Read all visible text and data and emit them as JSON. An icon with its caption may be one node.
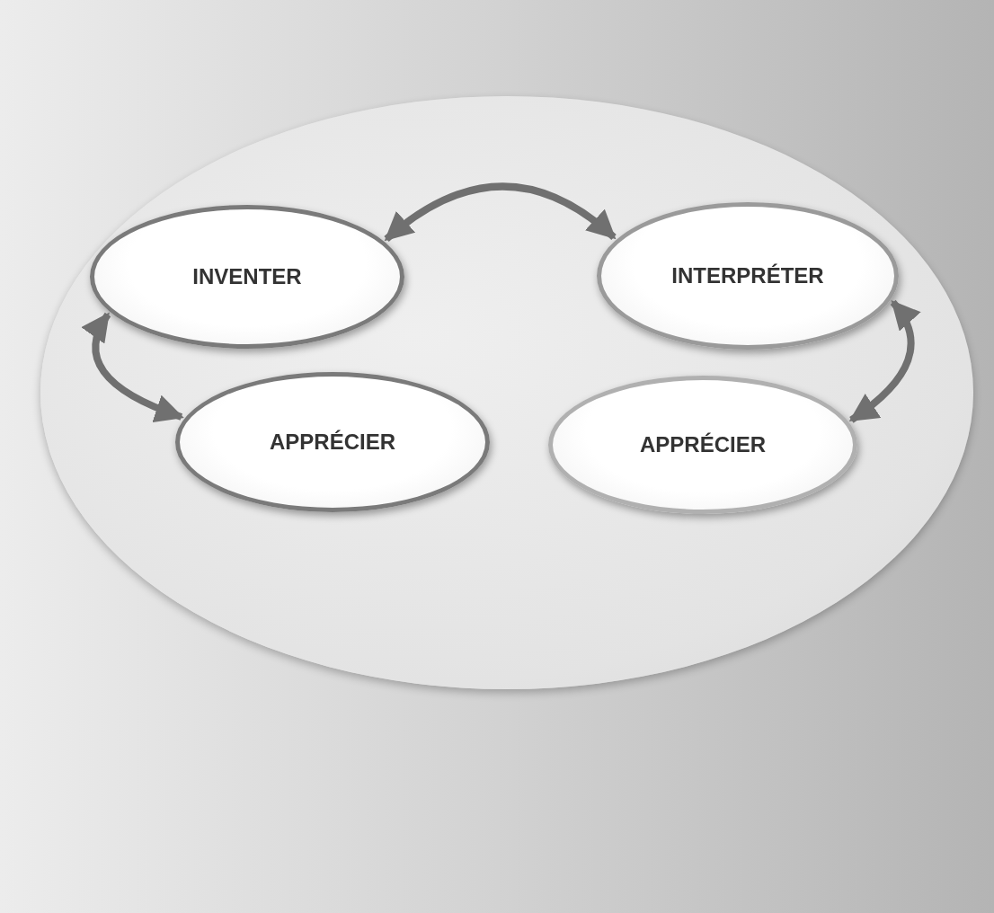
{
  "diagram": {
    "nodes": [
      {
        "text": [],
        "shape": "ellipse"
      },
      {
        "text": [
          "INVENTER"
        ],
        "in": 0
      },
      {
        "text": [
          "INTERPRÉTER"
        ],
        "in": 0
      },
      {
        "text": [
          "APPRÉCIER"
        ],
        "in": 0
      },
      {
        "text": [
          "APPRÉCIER"
        ],
        "in": 0
      }
    ],
    "edges": [
      {
        "from": 1,
        "to": 2,
        "arrow": "both"
      },
      {
        "from": 1,
        "to": 3,
        "arrow": "both"
      },
      {
        "from": 2,
        "to": 4,
        "arrow": "both"
      }
    ]
  }
}
